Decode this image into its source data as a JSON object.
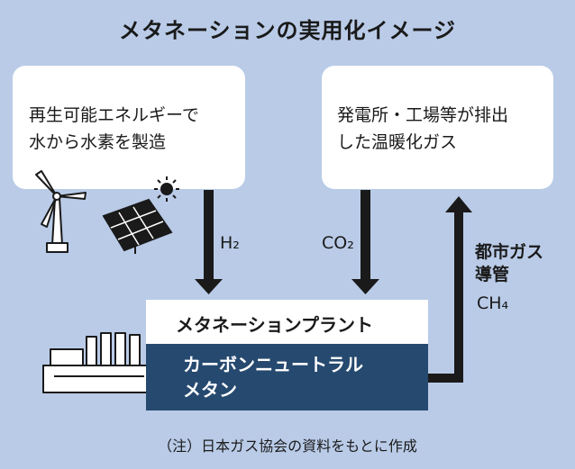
{
  "title": "メタネーションの実用化イメージ",
  "source_box": {
    "line1": "再生可能エネルギーで",
    "line2": "水から水素を製造"
  },
  "emitter_box": {
    "line1": "発電所・工場等が排出",
    "line2": "した温暖化ガス"
  },
  "arrow_labels": {
    "h2": "H₂",
    "co2": "CO₂",
    "pipeline_line1": "都市ガス",
    "pipeline_line2": "導管",
    "ch4": "CH₄"
  },
  "plant": {
    "name": "メタネーションプラント",
    "product_line1": "カーボンニュートラル",
    "product_line2": "メタン"
  },
  "note": "（注）日本ガス協会の資料をもとに作成",
  "colors": {
    "background": "#b9cbe7",
    "box": "#ffffff",
    "product_band": "#26496f",
    "arrow": "#1a1a1a"
  },
  "icons": [
    "wind-turbine-icon",
    "sun-icon",
    "solar-panel-icon",
    "factory-icon"
  ]
}
